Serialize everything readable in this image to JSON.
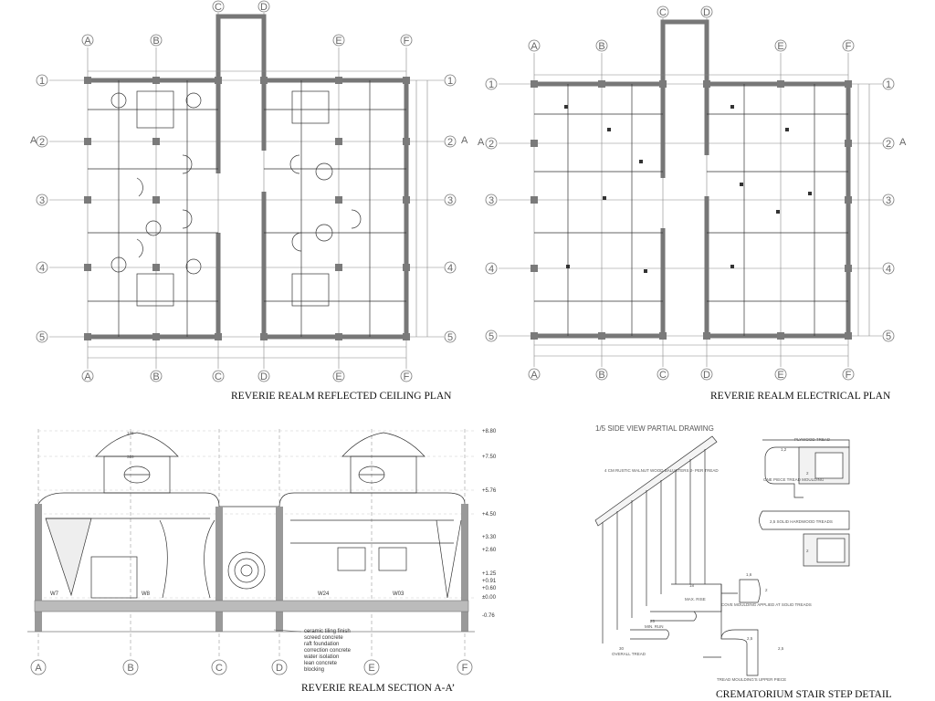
{
  "captions": {
    "rcp": "REVERIE REALM REFLECTED CEILING PLAN",
    "electrical": "REVERIE REALM ELECTRICAL PLAN",
    "section": "REVERIE REALM SECTION A-A’",
    "stair": "CREMATORIUM STAIR STEP DETAIL"
  },
  "grid_axes": {
    "columns": [
      "A",
      "B",
      "C",
      "D",
      "E",
      "F"
    ],
    "rows": [
      "1",
      "2",
      "3",
      "4",
      "5"
    ],
    "section_marker": "A"
  },
  "section": {
    "elevations": [
      "+8.80",
      "+7.50",
      "+5.76",
      "+4.50",
      "+3.30",
      "+2.60",
      "+1.25",
      "+0.91",
      "+0.60",
      "±0.00",
      "-0.76"
    ],
    "dims": [
      "136",
      "320"
    ],
    "labels": [
      "W7",
      "W8",
      "W24",
      "W03"
    ],
    "legend": [
      "ceramic tiling finish",
      "screed concrete",
      "raft foundation",
      "correction concrete",
      "water isolation",
      "lean concrete",
      "blocking"
    ]
  },
  "stair": {
    "title": "1/5 SIDE VIEW PARTIAL DRAWING",
    "balusters_note": "4 CM RUSTIC WALNUT WOOD BALUSTERS 2- PER TREAD",
    "plywood": "PLYWOOD TREAD",
    "one_piece": "ONE PIECE TREAD MOULDING",
    "solid": "2,5 SOLID HARDWOOD TREADS",
    "cove": "COVE MOULDING APPLIED AT SOLID TREADS",
    "tread_moulding": "TREAD MOULDING'S UPPER PIECE",
    "max_rise": "MAX. RISE",
    "min_run": "MIN. RUN",
    "overall": "OVERALL TREAD",
    "dims": [
      "18",
      "25",
      "30",
      "1,6",
      "2",
      "2,5",
      "1,2",
      "2",
      "2"
    ]
  }
}
